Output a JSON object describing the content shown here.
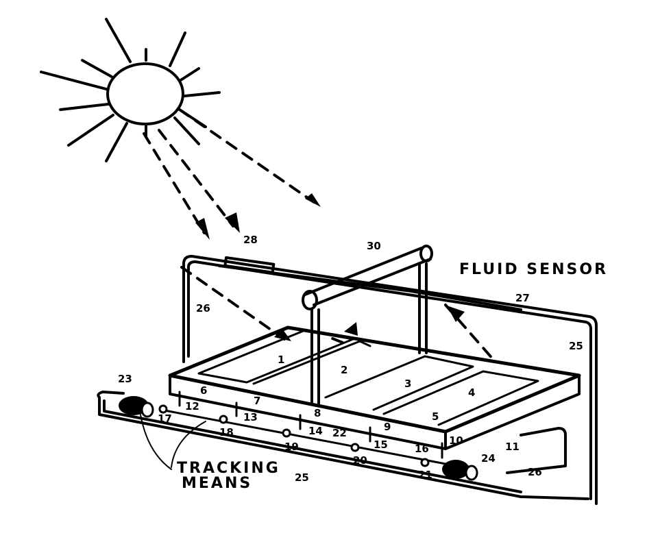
{
  "labels": {
    "fluid_sensor": "FLUID SENSOR",
    "tracking": "TRACKING",
    "means": "MEANS",
    "n1": "1",
    "n2": "2",
    "n3": "3",
    "n4": "4",
    "n5": "5",
    "n6": "6",
    "n7": "7",
    "n8": "8",
    "n9": "9",
    "n10": "10",
    "n11": "11",
    "n12": "12",
    "n13": "13",
    "n14": "14",
    "n15": "15",
    "n16": "16",
    "n17": "17",
    "n18": "18",
    "n19": "19",
    "n20": "20",
    "n21": "21",
    "n22": "22",
    "n23": "23",
    "n24": "24",
    "n25a": "25",
    "n25b": "25",
    "n26a": "26",
    "n26b": "26",
    "n27": "27",
    "n28": "28",
    "n30": "30"
  }
}
